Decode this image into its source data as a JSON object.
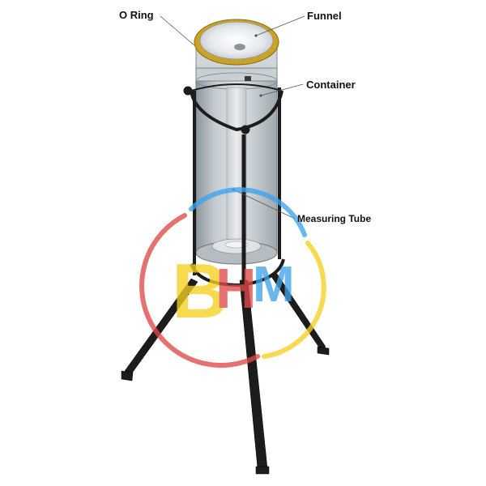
{
  "labels": {
    "o_ring": "O Ring",
    "funnel": "Funnel",
    "container": "Container",
    "measuring_tube": "Measuring Tube"
  },
  "watermark": {
    "text": "BHM",
    "colors": [
      "#f5d020",
      "#e04a4a",
      "#3fa3ea"
    ]
  },
  "colors": {
    "o_ring": "#c9a227",
    "frame": "#1c1c1c",
    "glass": "#b9c2c8",
    "funnel_inner": "#e4e7ea",
    "leader": "#555555"
  }
}
